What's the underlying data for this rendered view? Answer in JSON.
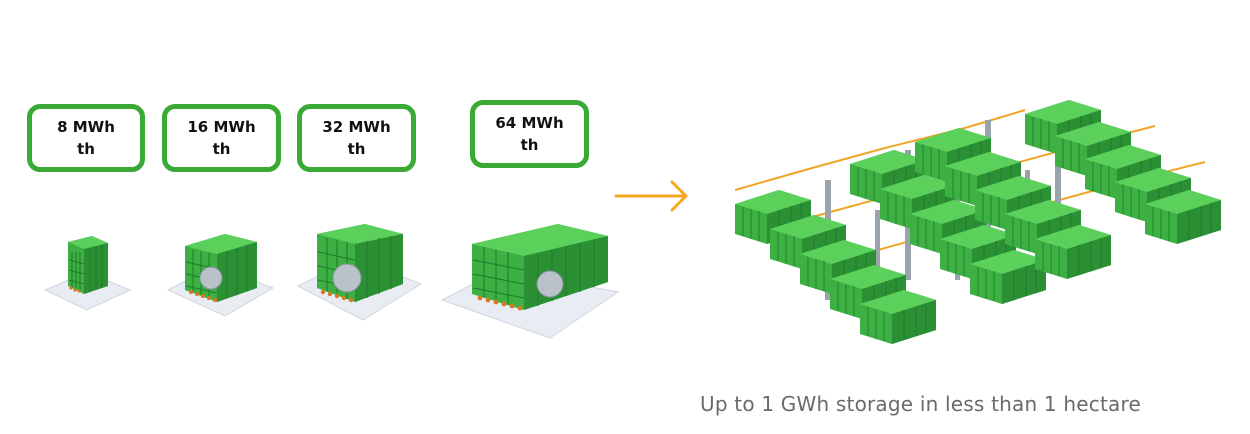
{
  "capacity_labels": [
    {
      "line1": "8 MWh",
      "line2": "th"
    },
    {
      "line1": "16 MWh",
      "line2": "th"
    },
    {
      "line1": "32 MWh",
      "line2": "th"
    },
    {
      "line1": "64 MWh",
      "line2": "th"
    }
  ],
  "caption": "Up to 1 GWh storage in less than 1 hectare",
  "colors": {
    "box_border": "#3aa935",
    "module_green": "#3cb043",
    "module_dark": "#1f7a2a",
    "arrow": "#f5a623",
    "base": "#e9edf3",
    "pipe": "#f0a52a",
    "caption": "#6a6a6a"
  },
  "icons": [
    "arrow-right-icon"
  ]
}
